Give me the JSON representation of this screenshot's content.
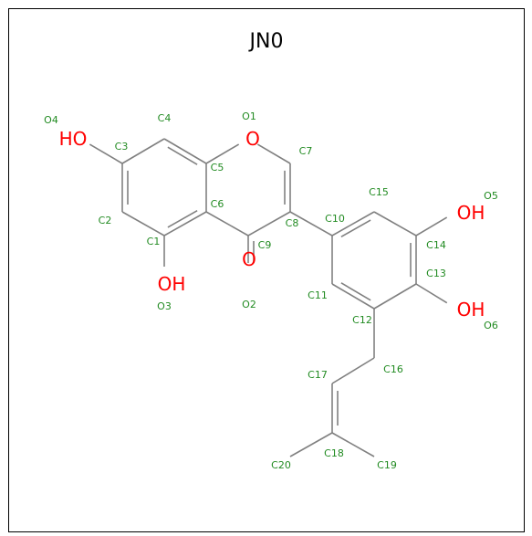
{
  "title": "JN0",
  "colors": {
    "bond": "#808080",
    "heteroatom": "#ff0000",
    "index_label": "#228b22",
    "border": "#000000"
  },
  "atom_symbols": [
    {
      "id": "o4-symbol",
      "text": "HO"
    },
    {
      "id": "o1-symbol",
      "text": "O"
    },
    {
      "id": "o5-symbol",
      "text": "OH"
    },
    {
      "id": "o3-symbol",
      "text": "OH"
    },
    {
      "id": "o2-symbol",
      "text": "O"
    },
    {
      "id": "o6-symbol",
      "text": "OH"
    }
  ],
  "atom_indices": [
    {
      "id": "O4",
      "text": "O4"
    },
    {
      "id": "C4",
      "text": "C4"
    },
    {
      "id": "O1",
      "text": "O1"
    },
    {
      "id": "C3",
      "text": "C3"
    },
    {
      "id": "C5",
      "text": "C5"
    },
    {
      "id": "C7",
      "text": "C7"
    },
    {
      "id": "C15",
      "text": "C15"
    },
    {
      "id": "O5",
      "text": "O5"
    },
    {
      "id": "C6",
      "text": "C6"
    },
    {
      "id": "C2",
      "text": "C2"
    },
    {
      "id": "C10",
      "text": "C10"
    },
    {
      "id": "C8",
      "text": "C8"
    },
    {
      "id": "C1",
      "text": "C1"
    },
    {
      "id": "C9",
      "text": "C9"
    },
    {
      "id": "C14",
      "text": "C14"
    },
    {
      "id": "C13",
      "text": "C13"
    },
    {
      "id": "C11",
      "text": "C11"
    },
    {
      "id": "O3",
      "text": "O3"
    },
    {
      "id": "O2",
      "text": "O2"
    },
    {
      "id": "C12",
      "text": "C12"
    },
    {
      "id": "O6",
      "text": "O6"
    },
    {
      "id": "C16",
      "text": "C16"
    },
    {
      "id": "C17",
      "text": "C17"
    },
    {
      "id": "C18",
      "text": "C18"
    },
    {
      "id": "C20",
      "text": "C20"
    },
    {
      "id": "C19",
      "text": "C19"
    }
  ]
}
